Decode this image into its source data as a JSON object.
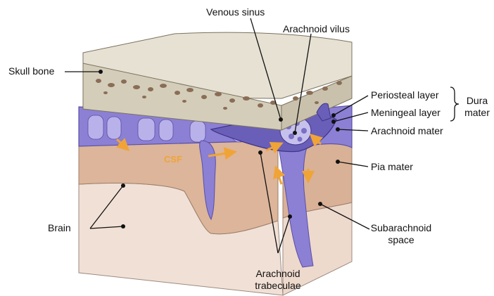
{
  "labels": {
    "skull_bone": "Skull bone",
    "venous_sinus": "Venous sinus",
    "arachnoid_vilus": "Arachnoid vilus",
    "periosteal_layer": "Periosteal layer",
    "meningeal_layer": "Meningeal layer",
    "dura_mater": "Dura mater",
    "arachnoid_mater": "Arachnoid mater",
    "pia_mater": "Pia mater",
    "brain": "Brain",
    "subarachnoid_space": "Subarachnoid space",
    "arachnoid_trabeculae": "Arachnoid trabeculae",
    "csf": "CSF"
  },
  "colors": {
    "bone_top": "#e6e1d2",
    "bone_side": "#d4cdb9",
    "bone_spots": "#8a6d56",
    "meninges": "#8b80d4",
    "meninges_dark": "#6a5fb8",
    "meninges_light": "#c6c0ec",
    "brain_upper": "#dcb59a",
    "brain_lower": "#f1e0d5",
    "arrow": "#f0a437",
    "leader": "#111111"
  }
}
